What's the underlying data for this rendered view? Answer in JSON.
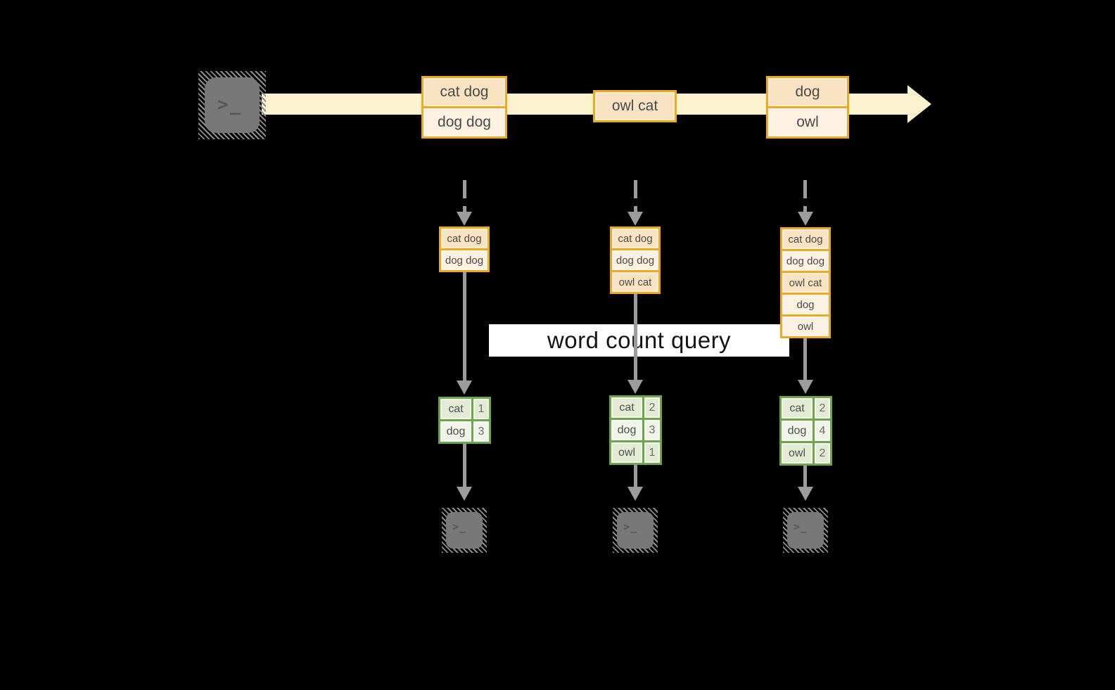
{
  "label": {
    "text": "word count query"
  },
  "icons": {
    "terminal_prompt": ">_"
  },
  "stream": {
    "batches": [
      {
        "records": [
          "cat dog",
          "dog dog"
        ]
      },
      {
        "records": [
          "owl cat"
        ]
      },
      {
        "records": [
          "dog",
          "owl"
        ]
      }
    ]
  },
  "columns": [
    {
      "buffer": [
        "cat dog",
        "dog dog"
      ],
      "counts": [
        {
          "word": "cat",
          "n": 1
        },
        {
          "word": "dog",
          "n": 3
        }
      ]
    },
    {
      "buffer": [
        "cat dog",
        "dog dog",
        "owl cat"
      ],
      "counts": [
        {
          "word": "cat",
          "n": 2
        },
        {
          "word": "dog",
          "n": 3
        },
        {
          "word": "owl",
          "n": 1
        }
      ]
    },
    {
      "buffer": [
        "cat dog",
        "dog dog",
        "owl cat",
        "dog",
        "owl"
      ],
      "counts": [
        {
          "word": "cat",
          "n": 2
        },
        {
          "word": "dog",
          "n": 4
        },
        {
          "word": "owl",
          "n": 2
        }
      ]
    }
  ],
  "colors": {
    "orange_border": "#f2a81d",
    "stream_fill": "#fcf2d0",
    "record_fill_dark": "#fae3c2",
    "record_fill_light": "#fdf1e2",
    "green_border": "#6ca64a",
    "result_row_dark": "#e3ebd5",
    "result_row_light": "#f0f4e9",
    "arrow_gray": "#9c9c9c",
    "terminal_gray": "#787878"
  }
}
